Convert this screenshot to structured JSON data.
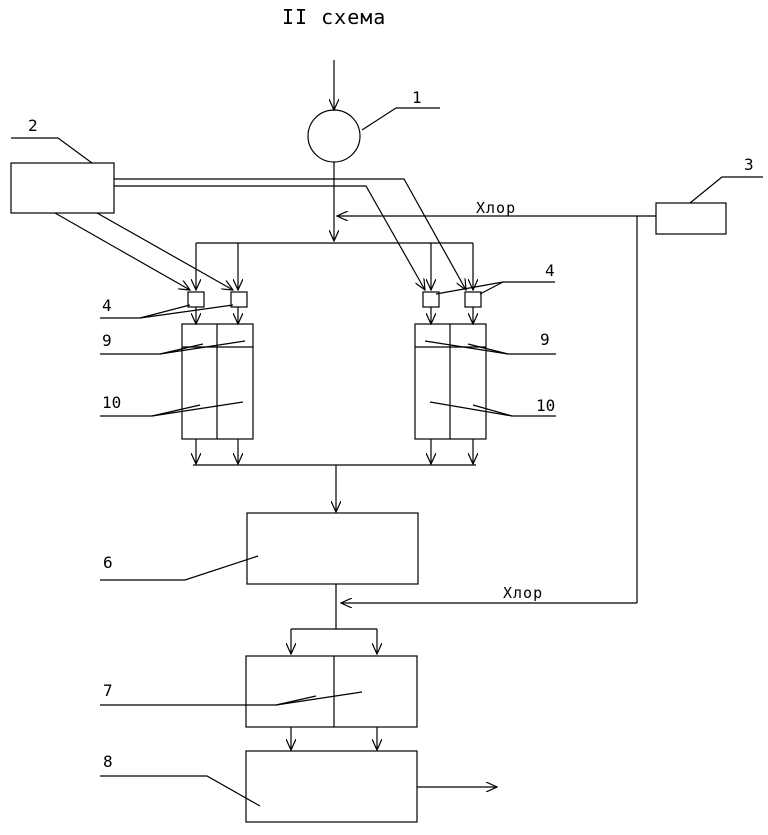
{
  "title": "II схема",
  "labels": {
    "l1": "1",
    "l2": "2",
    "l3": "3",
    "l4_left": "4",
    "l4_right": "4",
    "l6": "6",
    "l7": "7",
    "l8": "8",
    "l9_left": "9",
    "l9_right": "9",
    "l10_left": "10",
    "l10_right": "10"
  },
  "chlorine": {
    "top": "Хлор",
    "bottom": "Хлор"
  }
}
